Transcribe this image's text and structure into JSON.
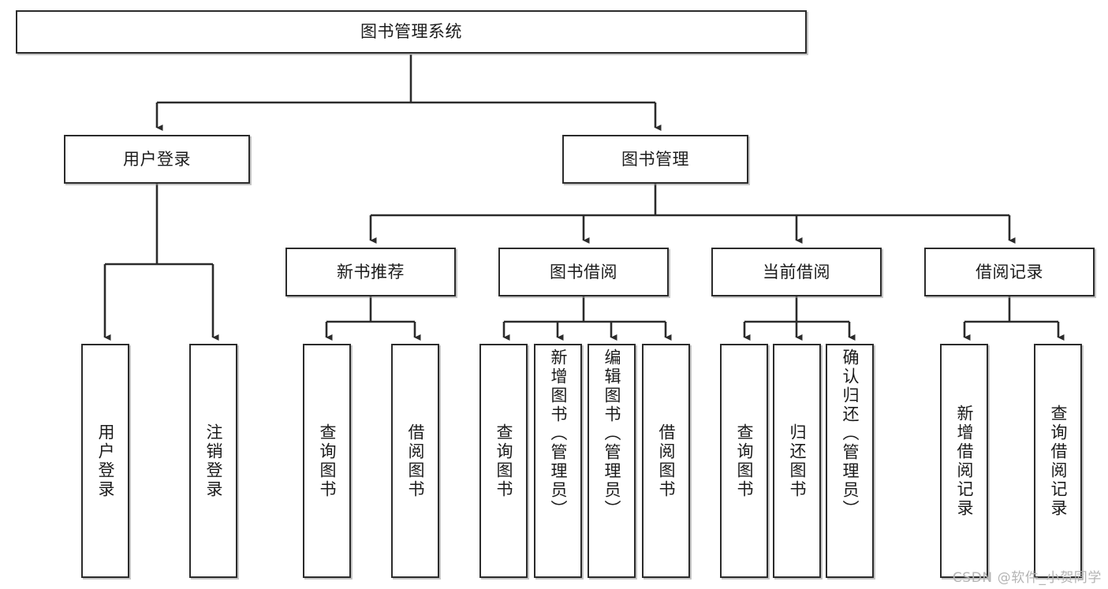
{
  "diagram": {
    "title": "图书管理系统",
    "type": "hierarchy-tree",
    "watermark": "CSDN @软件_小贺同学",
    "colors": {
      "box_border": "#2b2b2b",
      "box_fill": "#ffffff",
      "connector": "#2b2b2b",
      "text": "#1b1b1b",
      "watermark": "#b4b4b4"
    },
    "root": {
      "label": "图书管理系统"
    },
    "level2": [
      {
        "label": "用户登录"
      },
      {
        "label": "图书管理"
      }
    ],
    "level3": [
      {
        "label": "新书推荐"
      },
      {
        "label": "图书借阅"
      },
      {
        "label": "当前借阅"
      },
      {
        "label": "借阅记录"
      }
    ],
    "leaves": {
      "user_login": [
        {
          "label": "用户登录"
        },
        {
          "label": "注销登录"
        }
      ],
      "new_book_recommend": [
        {
          "label": "查询图书"
        },
        {
          "label": "借阅图书"
        }
      ],
      "book_borrow": [
        {
          "label": "查询图书"
        },
        {
          "label": "新增图书（管理员）"
        },
        {
          "label": "编辑图书（管理员）"
        },
        {
          "label": "借阅图书"
        }
      ],
      "current_borrow": [
        {
          "label": "查询图书"
        },
        {
          "label": "归还图书"
        },
        {
          "label": "确认归还（管理员）"
        }
      ],
      "borrow_record": [
        {
          "label": "新增借阅记录"
        },
        {
          "label": "查询借阅记录"
        }
      ]
    }
  }
}
